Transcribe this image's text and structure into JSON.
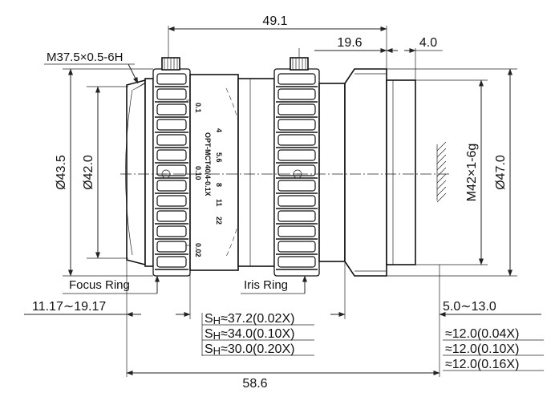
{
  "thread_front": "M37.5×0.5-6H",
  "dims": {
    "d_outer": "Ø43.5",
    "d_inner": "Ø42.0",
    "overall_top": "49.1",
    "iris_to_mount": "19.6",
    "mount_len": "4.0",
    "mount_thread": "M42×1-6g",
    "d_rear": "Ø47.0",
    "focus_travel": "11.17∼19.17",
    "back_focus": "5.0∼13.0",
    "overall_bottom": "58.6"
  },
  "labels": {
    "focus_ring": "Focus Ring",
    "iris_ring": "Iris Ring"
  },
  "engraving": {
    "model": "OPT-MCT40/4-0.1X",
    "focus_marks": [
      "0.1",
      "0.10",
      "0.02"
    ],
    "iris_marks": [
      "4",
      "5.6",
      "8",
      "11",
      "22"
    ]
  },
  "sh_list": [
    {
      "sub": "H",
      "text": "≈37.2(0.02X)"
    },
    {
      "sub": "H",
      "text": "≈34.0(0.10X)"
    },
    {
      "sub": "H",
      "text": "≈30.0(0.20X)"
    }
  ],
  "approx_list": [
    "≈12.0(0.04X)",
    "≈12.0(0.10X)",
    "≈12.0(0.16X)"
  ],
  "sh_prefix": "S"
}
